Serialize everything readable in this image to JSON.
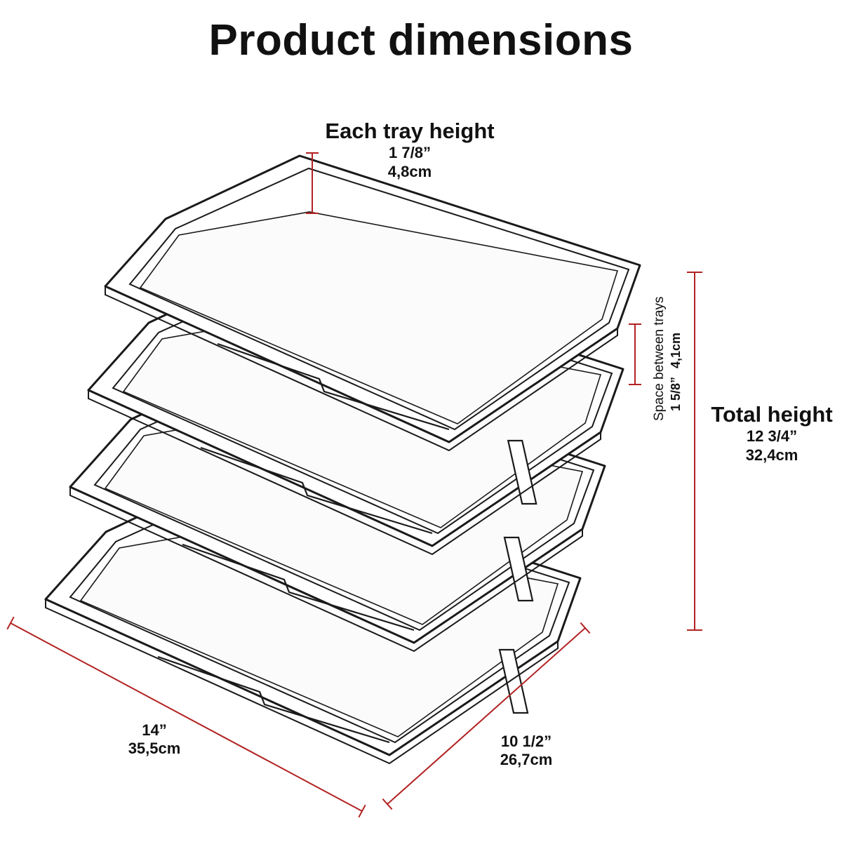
{
  "title": "Product dimensions",
  "tray_height": {
    "label": "Each tray height",
    "imperial": "1 7/8”",
    "metric": "4,8cm"
  },
  "space_between": {
    "label": "Space between trays",
    "imperial": "1 5/8”",
    "metric": "4,1cm"
  },
  "total_height": {
    "label": "Total height",
    "imperial": "12 3/4”",
    "metric": "32,4cm"
  },
  "width": {
    "imperial": "14”",
    "metric": "35,5cm"
  },
  "depth": {
    "imperial": "10 1/2”",
    "metric": "26,7cm"
  },
  "tray_count": 4,
  "colors": {
    "dimension_line": "#b22222",
    "outline": "#1a1a1a"
  }
}
